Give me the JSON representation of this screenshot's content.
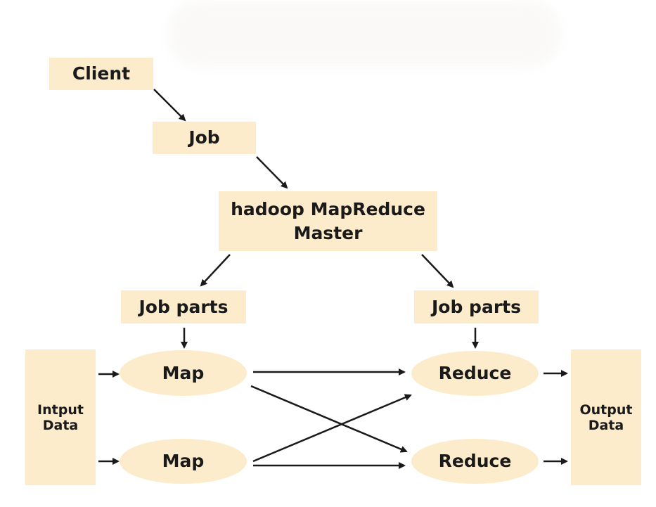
{
  "nodes": {
    "client": "Client",
    "job": "Job",
    "master": "hadoop MapReduce\nMaster",
    "job_parts_left": "Job parts",
    "job_parts_right": "Job parts",
    "map_top": "Map",
    "map_bottom": "Map",
    "reduce_top": "Reduce",
    "reduce_bottom": "Reduce",
    "input_data": "Intput\nData",
    "output_data": "Output\nData"
  },
  "colors": {
    "node_fill": "#fdeccb",
    "text": "#1a1a1a",
    "arrow": "#1a1a1a"
  }
}
